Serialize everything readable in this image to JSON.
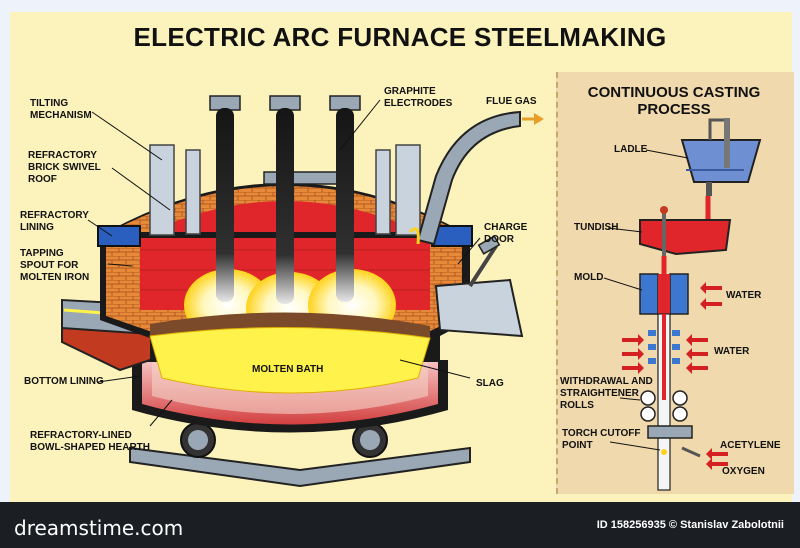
{
  "title": "ELECTRIC ARC FURNACE STEELMAKING",
  "cc_title_line1": "CONTINUOUS CASTING",
  "cc_title_line2": "PROCESS",
  "furnace_labels": {
    "tilting": "TILTING\nMECHANISM",
    "roof": "REFRACTORY\nBRICK SWIVEL\nROOF",
    "lining": "REFRACTORY\nLINING",
    "tapping": "TAPPING\nSPOUT FOR\nMOLTEN IRON",
    "bottom": "BOTTOM LINING",
    "hearth": "REFRACTORY-LINED\nBOWL-SHAPED HEARTH",
    "electrodes": "GRAPHITE\nELECTRODES",
    "flue": "FLUE GAS",
    "charge": "CHARGE\nDOOR",
    "bath": "MOLTEN BATH",
    "slag": "SLAG"
  },
  "cc_labels": {
    "ladle": "LADLE",
    "tundish": "TUNDISH",
    "mold": "MOLD",
    "water1": "WATER",
    "water2": "WATER",
    "rolls": "WITHDRAWAL AND\nSTRAIGHTENER\nROLLS",
    "torch": "TORCH CUTOFF\nPOINT",
    "acetylene": "ACETYLENE",
    "oxygen": "OXYGEN"
  },
  "footer": {
    "brand": "dreamstime.com",
    "id": "ID 158256935 © Stanislav Zabolotnii"
  },
  "colors": {
    "molten": "#e0262b",
    "brick": "#e68a3a",
    "slag": "#7a4a2a",
    "bath": "#fff24a",
    "electrode": "#222222",
    "steel": "#9aa8b5",
    "water_arrow": "#d42020",
    "ladle_blue": "#6f8fd3"
  }
}
